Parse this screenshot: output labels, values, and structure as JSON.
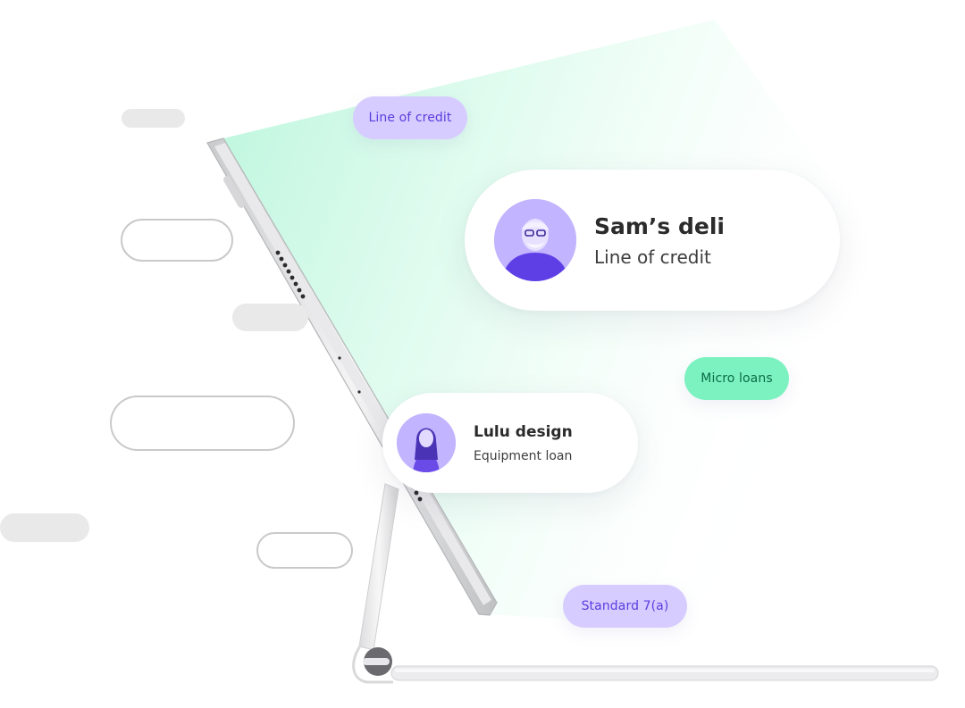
{
  "tags": {
    "line_of_credit": "Line of credit",
    "micro_loans": "Micro loans",
    "standard_7a": "Standard 7(a)"
  },
  "cards": {
    "sam": {
      "name": "Sam’s deli",
      "product": "Line of credit"
    },
    "lulu": {
      "name": "Lulu design",
      "product": "Equipment loan"
    }
  },
  "colors": {
    "tag_purple_bg": "#d7ccff",
    "tag_purple_text": "#5a3de0",
    "tag_green_bg": "#7cf2c0",
    "tag_green_text": "#0b6b47",
    "avatar_tint": "#b9a8ff",
    "beam": "#c9f7e3"
  }
}
